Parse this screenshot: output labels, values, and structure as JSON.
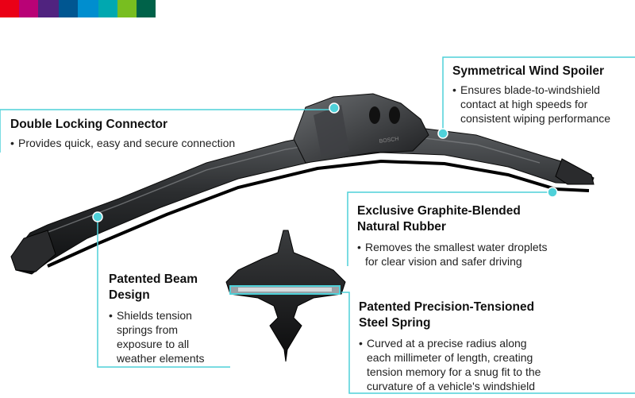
{
  "brand_colors": [
    "#ea0016",
    "#b90276",
    "#50237f",
    "#005691",
    "#008ecf",
    "#00a8b0",
    "#78be20",
    "#006249"
  ],
  "accent_line_color": "#4fd1d9",
  "product_label": "BOSCH",
  "callouts": {
    "wind_spoiler": {
      "title": "Symmetrical Wind Spoiler",
      "bullet": "Ensures blade-to-windshield contact at high speeds for consistent wiping performance",
      "bullet_lines": [
        "Ensures blade-to-windshield",
        "contact at high speeds for",
        "consistent wiping performance"
      ]
    },
    "locking_connector": {
      "title": "Double Locking Connector",
      "bullet": "Provides quick, easy and secure connection",
      "bullet_lines": [
        "Provides quick, easy and secure connection"
      ]
    },
    "graphite_rubber": {
      "title_lines": [
        "Exclusive Graphite-Blended",
        "Natural Rubber"
      ],
      "bullet_lines": [
        "Removes the smallest water droplets",
        "for clear vision and safer driving"
      ]
    },
    "beam_design": {
      "title_lines": [
        "Patented Beam",
        "Design"
      ],
      "bullet_lines": [
        "Shields tension",
        "springs from",
        "exposure to all",
        "weather elements"
      ]
    },
    "steel_spring": {
      "title_lines": [
        "Patented Precision-Tensioned",
        "Steel Spring"
      ],
      "bullet_lines": [
        "Curved at a precise radius along",
        "each millimeter of length, creating",
        "tension memory for a snug fit to the",
        "curvature of a vehicle's windshield"
      ]
    }
  },
  "bullet_symbol": "•"
}
